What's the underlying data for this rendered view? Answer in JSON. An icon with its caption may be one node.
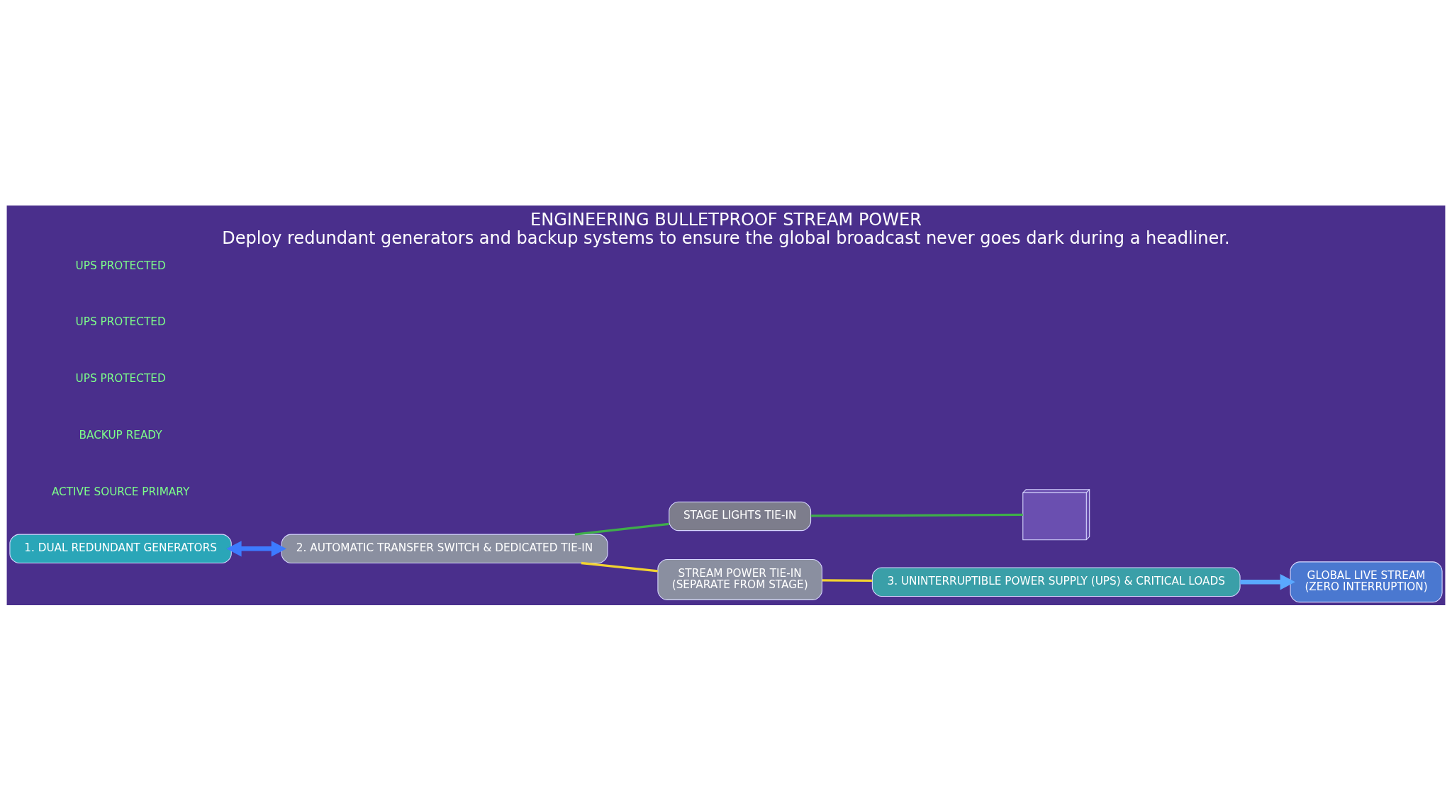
{
  "diagram": {
    "title": "ENGINEERING BULLETPROOF STREAM POWER",
    "caption": "Deploy redundant generators and backup systems to ensure the global broadcast never goes dark during a headliner.",
    "nodes": [
      {
        "text": [
          "1. DUAL REDUNDANT GENERATORS"
        ]
      },
      {
        "text": [],
        "shape": "picture"
      },
      {
        "text": [
          "STAGE LIGHTS TIE-IN"
        ]
      },
      {
        "text": [
          "2. AUTOMATIC TRANSFER SWITCH & DEDICATED TIE-IN"
        ]
      },
      {
        "text": [
          "STREAM POWER TIE-IN",
          "(SEPARATE FROM STAGE)"
        ]
      },
      {
        "text": [
          "3. UNINTERRUPTIBLE POWER SUPPLY (UPS) & CRITICAL LOADS"
        ]
      },
      {
        "text": [
          "GLOBAL LIVE STREAM",
          "(ZERO INTERRUPTION)"
        ]
      }
    ],
    "edges": [
      {
        "from": 0,
        "to": 3,
        "arrow": "both",
        "style": "thick",
        "color": "#3d7bff"
      },
      {
        "from": 3,
        "to": 2,
        "arrow": "none",
        "color": "#3fae4a"
      },
      {
        "from": 2,
        "to": 1,
        "arrow": "none",
        "color": "#3fae4a"
      },
      {
        "from": 3,
        "to": 4,
        "arrow": "none",
        "color": "#f2d230"
      },
      {
        "from": 4,
        "to": 5,
        "arrow": "none",
        "color": "#f2d230"
      },
      {
        "from": 5,
        "to": 6,
        "arrow": "to",
        "style": "thick",
        "color": "#5aa8ff"
      }
    ],
    "labels": [
      "ACTIVE SOURCE PRIMARY",
      "BACKUP READY",
      "UPS PROTECTED",
      "UPS PROTECTED",
      "UPS PROTECTED"
    ]
  }
}
